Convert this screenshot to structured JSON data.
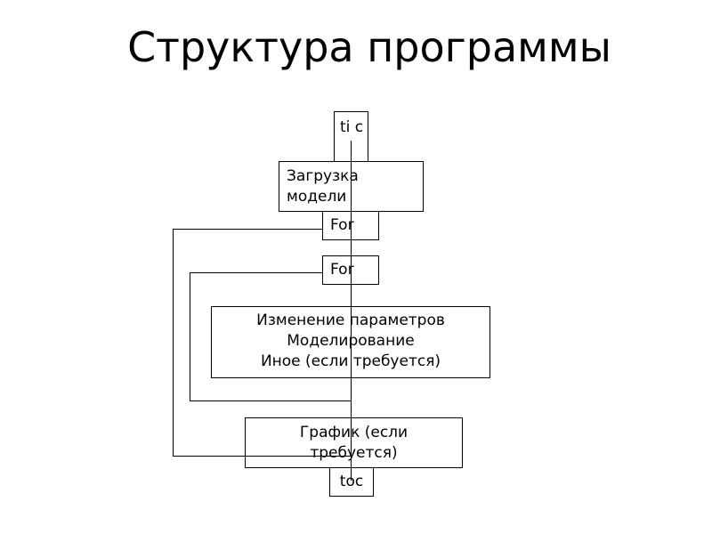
{
  "title": "Структура программы",
  "blocks": {
    "tic": "ti c",
    "load_model": "Загрузка модели",
    "for_outer": "For",
    "for_inner": "For",
    "body_line1": "Изменение параметров",
    "body_line2": "Моделирование",
    "body_line3": "Иное (если требуется)",
    "plot": "График (если требуется)",
    "toc": "toc"
  }
}
